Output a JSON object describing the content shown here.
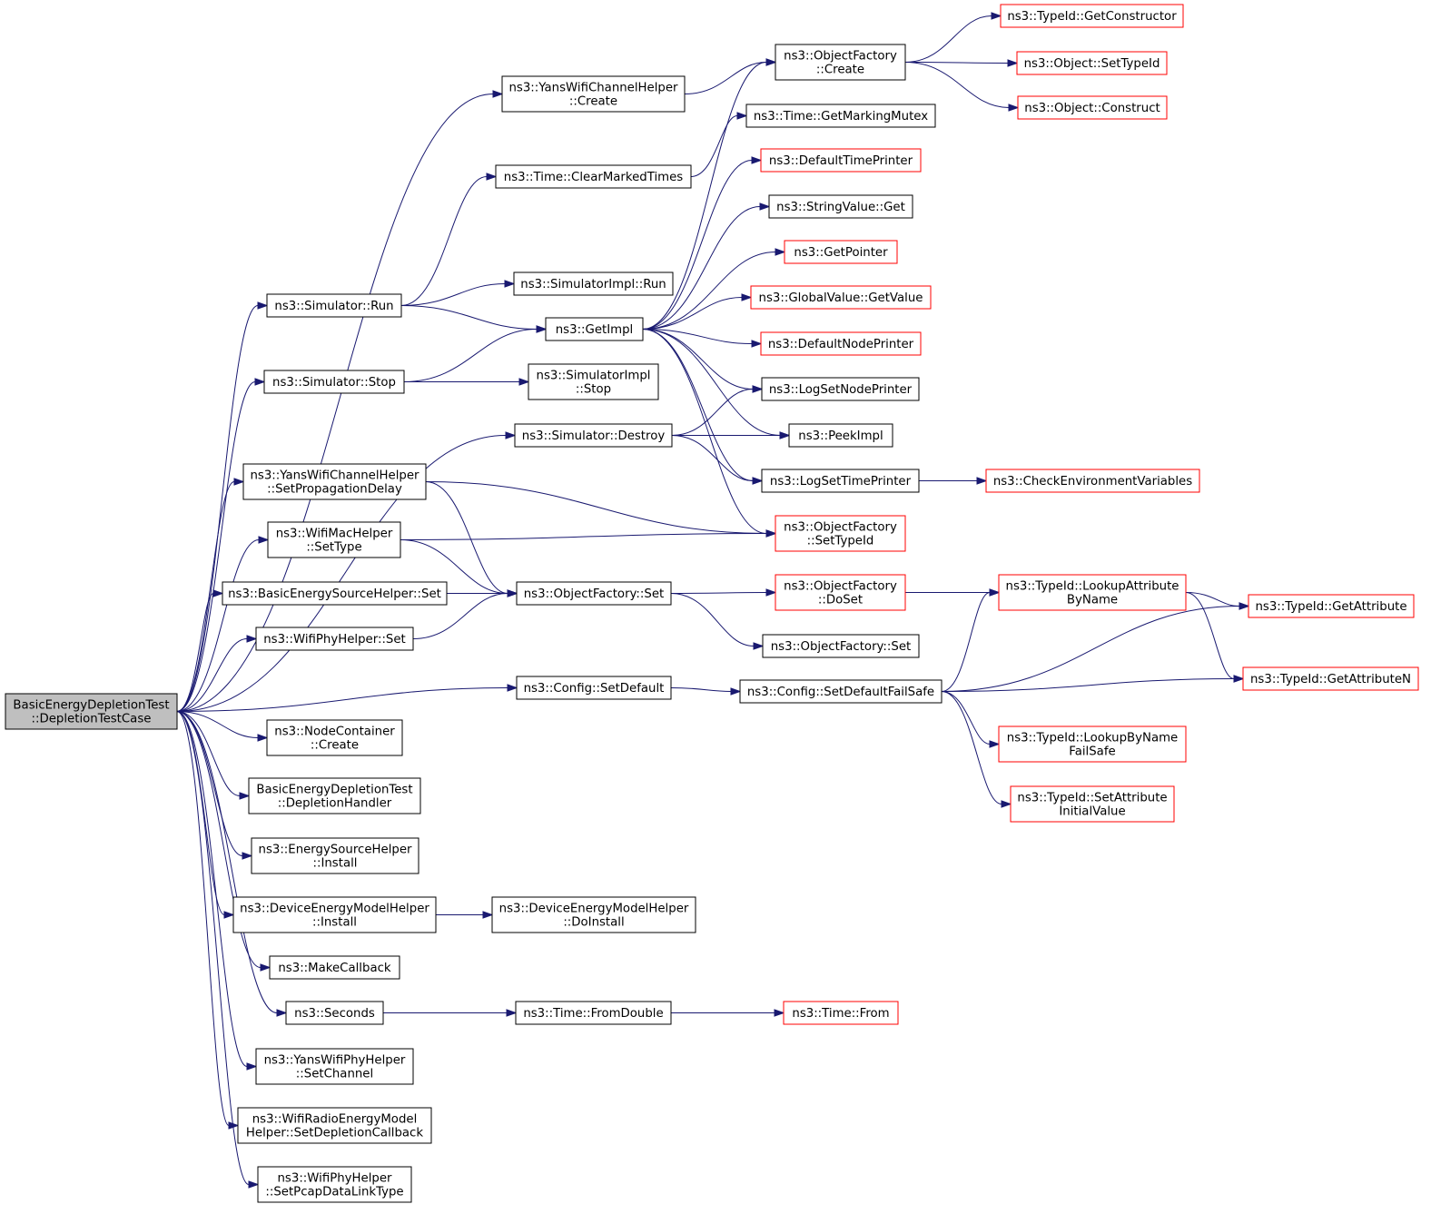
{
  "graph": {
    "nodes": [
      {
        "id": "root",
        "lines": [
          "BasicEnergyDepletionTest",
          "::DepletionTestCase"
        ],
        "style": "root"
      },
      {
        "id": "yans_create",
        "lines": [
          "ns3::YansWifiChannelHelper",
          "::Create"
        ],
        "style": "normal"
      },
      {
        "id": "clear_marked",
        "lines": [
          "ns3::Time::ClearMarkedTimes"
        ],
        "style": "normal"
      },
      {
        "id": "sim_run",
        "lines": [
          "ns3::Simulator::Run"
        ],
        "style": "normal"
      },
      {
        "id": "sim_stop",
        "lines": [
          "ns3::Simulator::Stop"
        ],
        "style": "normal"
      },
      {
        "id": "sim_destroy",
        "lines": [
          "ns3::Simulator::Destroy"
        ],
        "style": "normal"
      },
      {
        "id": "yans_setprop",
        "lines": [
          "ns3::YansWifiChannelHelper",
          "::SetPropagationDelay"
        ],
        "style": "normal"
      },
      {
        "id": "wifimac_settype",
        "lines": [
          "ns3::WifiMacHelper",
          "::SetType"
        ],
        "style": "normal"
      },
      {
        "id": "basic_set",
        "lines": [
          "ns3::BasicEnergySourceHelper::Set"
        ],
        "style": "normal"
      },
      {
        "id": "wifiphy_set",
        "lines": [
          "ns3::WifiPhyHelper::Set"
        ],
        "style": "normal"
      },
      {
        "id": "config_setdefault",
        "lines": [
          "ns3::Config::SetDefault"
        ],
        "style": "normal"
      },
      {
        "id": "nodecontainer_create",
        "lines": [
          "ns3::NodeContainer",
          "::Create"
        ],
        "style": "normal"
      },
      {
        "id": "depletion_handler",
        "lines": [
          "BasicEnergyDepletionTest",
          "::DepletionHandler"
        ],
        "style": "normal"
      },
      {
        "id": "energy_install",
        "lines": [
          "ns3::EnergySourceHelper",
          "::Install"
        ],
        "style": "normal"
      },
      {
        "id": "devenergy_install",
        "lines": [
          "ns3::DeviceEnergyModelHelper",
          "::Install"
        ],
        "style": "normal"
      },
      {
        "id": "devenergy_doinstall",
        "lines": [
          "ns3::DeviceEnergyModelHelper",
          "::DoInstall"
        ],
        "style": "normal"
      },
      {
        "id": "makecallback",
        "lines": [
          "ns3::MakeCallback"
        ],
        "style": "normal"
      },
      {
        "id": "seconds",
        "lines": [
          "ns3::Seconds"
        ],
        "style": "normal"
      },
      {
        "id": "fromdouble",
        "lines": [
          "ns3::Time::FromDouble"
        ],
        "style": "normal"
      },
      {
        "id": "time_from",
        "lines": [
          "ns3::Time::From"
        ],
        "style": "red"
      },
      {
        "id": "yansphy_setchannel",
        "lines": [
          "ns3::YansWifiPhyHelper",
          "::SetChannel"
        ],
        "style": "normal"
      },
      {
        "id": "wifiradio_setdepl",
        "lines": [
          "ns3::WifiRadioEnergyModel",
          "Helper::SetDepletionCallback"
        ],
        "style": "normal"
      },
      {
        "id": "wifiphy_setpcap",
        "lines": [
          "ns3::WifiPhyHelper",
          "::SetPcapDataLinkType"
        ],
        "style": "normal"
      },
      {
        "id": "objfactory_create",
        "lines": [
          "ns3::ObjectFactory",
          "::Create"
        ],
        "style": "normal"
      },
      {
        "id": "get_constructor",
        "lines": [
          "ns3::TypeId::GetConstructor"
        ],
        "style": "red"
      },
      {
        "id": "object_settypeid",
        "lines": [
          "ns3::Object::SetTypeId"
        ],
        "style": "red"
      },
      {
        "id": "object_construct",
        "lines": [
          "ns3::Object::Construct"
        ],
        "style": "red"
      },
      {
        "id": "get_marking_mutex",
        "lines": [
          "ns3::Time::GetMarkingMutex"
        ],
        "style": "normal"
      },
      {
        "id": "default_time_printer",
        "lines": [
          "ns3::DefaultTimePrinter"
        ],
        "style": "red"
      },
      {
        "id": "stringvalue_get",
        "lines": [
          "ns3::StringValue::Get"
        ],
        "style": "normal"
      },
      {
        "id": "get_pointer",
        "lines": [
          "ns3::GetPointer"
        ],
        "style": "red"
      },
      {
        "id": "globalvalue_getvalue",
        "lines": [
          "ns3::GlobalValue::GetValue"
        ],
        "style": "red"
      },
      {
        "id": "default_node_printer",
        "lines": [
          "ns3::DefaultNodePrinter"
        ],
        "style": "red"
      },
      {
        "id": "log_set_node_printer",
        "lines": [
          "ns3::LogSetNodePrinter"
        ],
        "style": "normal"
      },
      {
        "id": "peek_impl",
        "lines": [
          "ns3::PeekImpl"
        ],
        "style": "normal"
      },
      {
        "id": "log_set_time_printer",
        "lines": [
          "ns3::LogSetTimePrinter"
        ],
        "style": "normal"
      },
      {
        "id": "check_env_vars",
        "lines": [
          "ns3::CheckEnvironmentVariables"
        ],
        "style": "red"
      },
      {
        "id": "simimpl_run",
        "lines": [
          "ns3::SimulatorImpl::Run"
        ],
        "style": "normal"
      },
      {
        "id": "get_impl",
        "lines": [
          "ns3::GetImpl"
        ],
        "style": "normal"
      },
      {
        "id": "simimpl_stop",
        "lines": [
          "ns3::SimulatorImpl",
          "::Stop"
        ],
        "style": "normal"
      },
      {
        "id": "objfactory_settypeid",
        "lines": [
          "ns3::ObjectFactory",
          "::SetTypeId"
        ],
        "style": "red"
      },
      {
        "id": "objfactory_set",
        "lines": [
          "ns3::ObjectFactory::Set"
        ],
        "style": "normal"
      },
      {
        "id": "objfactory_doset",
        "lines": [
          "ns3::ObjectFactory",
          "::DoSet"
        ],
        "style": "red"
      },
      {
        "id": "objfactory_set2",
        "lines": [
          "ns3::ObjectFactory::Set"
        ],
        "style": "normal"
      },
      {
        "id": "lookup_attr_byname",
        "lines": [
          "ns3::TypeId::LookupAttribute",
          "ByName"
        ],
        "style": "red"
      },
      {
        "id": "typeid_getattribute",
        "lines": [
          "ns3::TypeId::GetAttribute"
        ],
        "style": "red"
      },
      {
        "id": "typeid_getattributen",
        "lines": [
          "ns3::TypeId::GetAttributeN"
        ],
        "style": "red"
      },
      {
        "id": "config_setdefaultfailsafe",
        "lines": [
          "ns3::Config::SetDefaultFailSafe"
        ],
        "style": "normal"
      },
      {
        "id": "lookup_byname_failsafe",
        "lines": [
          "ns3::TypeId::LookupByName",
          "FailSafe"
        ],
        "style": "red"
      },
      {
        "id": "setattr_initialvalue",
        "lines": [
          "ns3::TypeId::SetAttribute",
          "InitialValue"
        ],
        "style": "red"
      }
    ],
    "edges": [
      [
        "root",
        "yans_create"
      ],
      [
        "root",
        "sim_run"
      ],
      [
        "root",
        "sim_stop"
      ],
      [
        "root",
        "sim_destroy"
      ],
      [
        "root",
        "yans_setprop"
      ],
      [
        "root",
        "wifimac_settype"
      ],
      [
        "root",
        "basic_set"
      ],
      [
        "root",
        "wifiphy_set"
      ],
      [
        "root",
        "config_setdefault"
      ],
      [
        "root",
        "nodecontainer_create"
      ],
      [
        "root",
        "depletion_handler"
      ],
      [
        "root",
        "energy_install"
      ],
      [
        "root",
        "devenergy_install"
      ],
      [
        "root",
        "makecallback"
      ],
      [
        "root",
        "seconds"
      ],
      [
        "root",
        "yansphy_setchannel"
      ],
      [
        "root",
        "wifiradio_setdepl"
      ],
      [
        "root",
        "wifiphy_setpcap"
      ],
      [
        "yans_create",
        "objfactory_create"
      ],
      [
        "objfactory_create",
        "get_constructor"
      ],
      [
        "objfactory_create",
        "object_settypeid"
      ],
      [
        "objfactory_create",
        "object_construct"
      ],
      [
        "clear_marked",
        "get_marking_mutex"
      ],
      [
        "sim_run",
        "clear_marked"
      ],
      [
        "sim_run",
        "simimpl_run"
      ],
      [
        "sim_run",
        "get_impl"
      ],
      [
        "sim_stop",
        "get_impl"
      ],
      [
        "sim_stop",
        "simimpl_stop"
      ],
      [
        "sim_destroy",
        "log_set_node_printer"
      ],
      [
        "sim_destroy",
        "peek_impl"
      ],
      [
        "sim_destroy",
        "log_set_time_printer"
      ],
      [
        "get_impl",
        "objfactory_create"
      ],
      [
        "get_impl",
        "default_time_printer"
      ],
      [
        "get_impl",
        "stringvalue_get"
      ],
      [
        "get_impl",
        "get_pointer"
      ],
      [
        "get_impl",
        "globalvalue_getvalue"
      ],
      [
        "get_impl",
        "default_node_printer"
      ],
      [
        "get_impl",
        "log_set_node_printer"
      ],
      [
        "get_impl",
        "peek_impl"
      ],
      [
        "get_impl",
        "log_set_time_printer"
      ],
      [
        "get_impl",
        "objfactory_settypeid"
      ],
      [
        "log_set_time_printer",
        "check_env_vars"
      ],
      [
        "yans_setprop",
        "objfactory_settypeid"
      ],
      [
        "yans_setprop",
        "objfactory_set"
      ],
      [
        "wifimac_settype",
        "objfactory_settypeid"
      ],
      [
        "wifimac_settype",
        "objfactory_set"
      ],
      [
        "basic_set",
        "objfactory_set"
      ],
      [
        "wifiphy_set",
        "objfactory_set"
      ],
      [
        "objfactory_set",
        "objfactory_doset"
      ],
      [
        "objfactory_set",
        "objfactory_set2"
      ],
      [
        "objfactory_doset",
        "lookup_attr_byname"
      ],
      [
        "lookup_attr_byname",
        "typeid_getattribute"
      ],
      [
        "lookup_attr_byname",
        "typeid_getattributen"
      ],
      [
        "config_setdefault",
        "config_setdefaultfailsafe"
      ],
      [
        "config_setdefaultfailsafe",
        "lookup_attr_byname"
      ],
      [
        "config_setdefaultfailsafe",
        "typeid_getattribute"
      ],
      [
        "config_setdefaultfailsafe",
        "typeid_getattributen"
      ],
      [
        "config_setdefaultfailsafe",
        "lookup_byname_failsafe"
      ],
      [
        "config_setdefaultfailsafe",
        "setattr_initialvalue"
      ],
      [
        "devenergy_install",
        "devenergy_doinstall"
      ],
      [
        "seconds",
        "fromdouble"
      ],
      [
        "fromdouble",
        "time_from"
      ]
    ]
  }
}
